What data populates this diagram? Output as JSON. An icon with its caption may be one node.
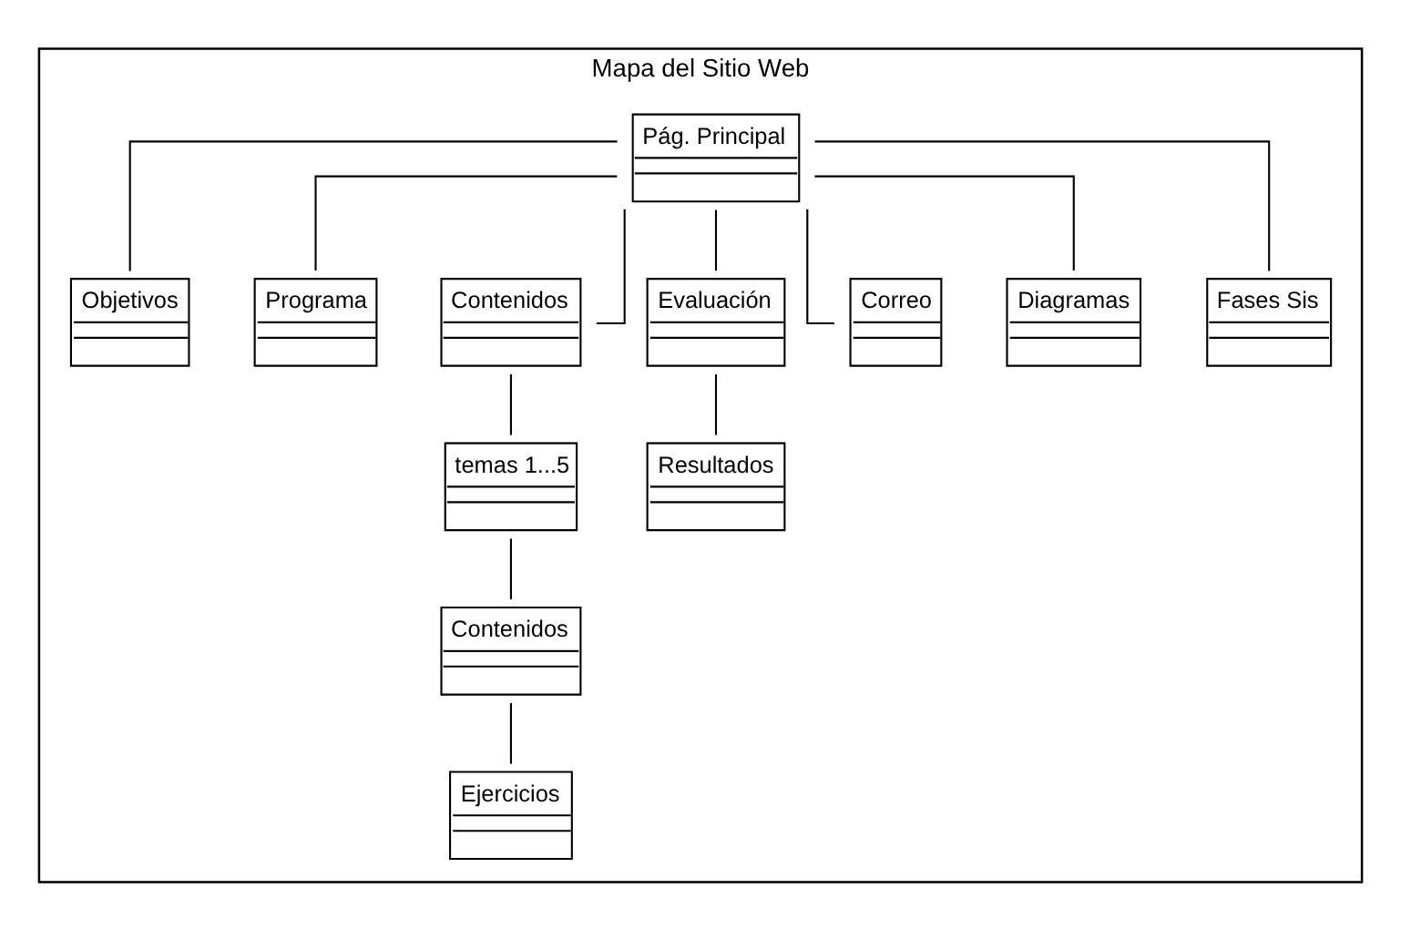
{
  "diagram": {
    "nodes": [
      {
        "text": [
          "Mapa del Sitio Web"
        ]
      },
      {
        "text": [
          "Pág. Principal"
        ],
        "in": 0
      },
      {
        "text": [
          "Objetivos"
        ],
        "in": 0
      },
      {
        "text": [
          "Programa"
        ],
        "in": 0
      },
      {
        "text": [
          "Contenidos"
        ],
        "in": 0
      },
      {
        "text": [
          "Evaluación"
        ],
        "in": 0
      },
      {
        "text": [
          "Correo"
        ],
        "in": 0
      },
      {
        "text": [
          "Diagramas"
        ],
        "in": 0
      },
      {
        "text": [
          "Fases Sis"
        ],
        "in": 0
      },
      {
        "text": [
          "temas 1...5"
        ],
        "in": 0
      },
      {
        "text": [
          "Contenidos"
        ],
        "in": 0
      },
      {
        "text": [
          "Ejercicios"
        ],
        "in": 0
      },
      {
        "text": [
          "Resultados"
        ],
        "in": 0
      }
    ],
    "edges": [
      {
        "from": 1,
        "to": 2,
        "arrow": "none"
      },
      {
        "from": 1,
        "to": 3,
        "arrow": "none"
      },
      {
        "from": 1,
        "to": 4,
        "arrow": "none"
      },
      {
        "from": 1,
        "to": 5,
        "arrow": "none"
      },
      {
        "from": 1,
        "to": 6,
        "arrow": "none"
      },
      {
        "from": 1,
        "to": 7,
        "arrow": "none"
      },
      {
        "from": 1,
        "to": 8,
        "arrow": "none"
      },
      {
        "from": 4,
        "to": 9,
        "arrow": "none"
      },
      {
        "from": 9,
        "to": 10,
        "arrow": "none"
      },
      {
        "from": 10,
        "to": 11,
        "arrow": "none"
      },
      {
        "from": 5,
        "to": 12,
        "arrow": "none"
      }
    ]
  }
}
